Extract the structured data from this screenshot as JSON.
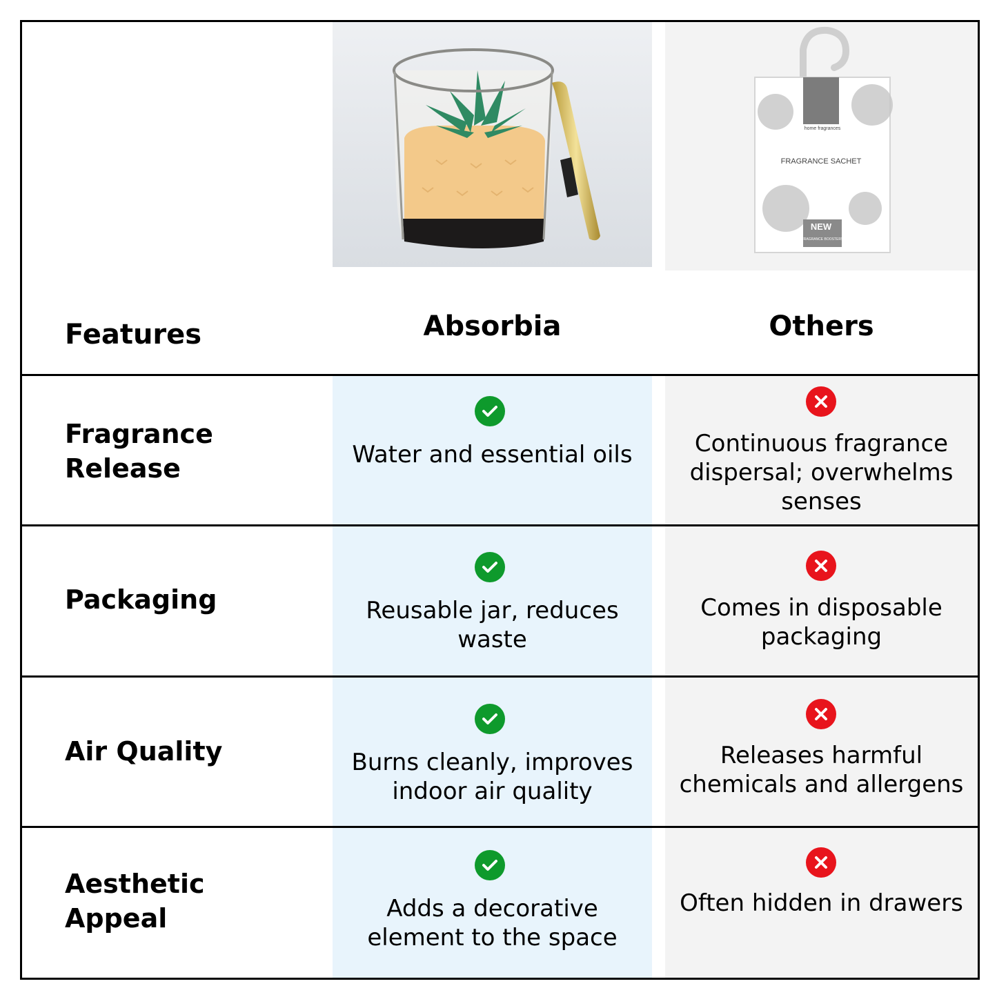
{
  "header": {
    "features": "Features",
    "absorbia": "Absorbia",
    "others": "Others"
  },
  "product_images": {
    "absorbia": "candle-jar-image",
    "others_label": "FRAGRANCE SACHET",
    "others_small": "home fragrances",
    "others_badge": "NEW",
    "others_badge_sub": "FRAGRANCE BOOSTERS"
  },
  "rows": [
    {
      "feature": "Fragrance Release",
      "absorbia": "Water and essential oils",
      "others": "Continuous fragrance dispersal; overwhelms senses"
    },
    {
      "feature": "Packaging",
      "absorbia": "Reusable jar, reduces waste",
      "others": "Comes in disposable packaging"
    },
    {
      "feature": "Air Quality",
      "absorbia": "Burns cleanly, improves indoor air quality",
      "others": "Releases harmful chemicals and allergens"
    },
    {
      "feature": "Aesthetic Appeal",
      "absorbia": "Adds a decorative element to the space",
      "others": "Often hidden in drawers"
    }
  ],
  "icons": {
    "absorbia": "check-icon",
    "others": "cross-icon"
  },
  "colors": {
    "check": "#0e9a2c",
    "cross": "#e8141c",
    "absorbia_bg": "#e8f4fc",
    "others_bg": "#f3f3f3"
  }
}
